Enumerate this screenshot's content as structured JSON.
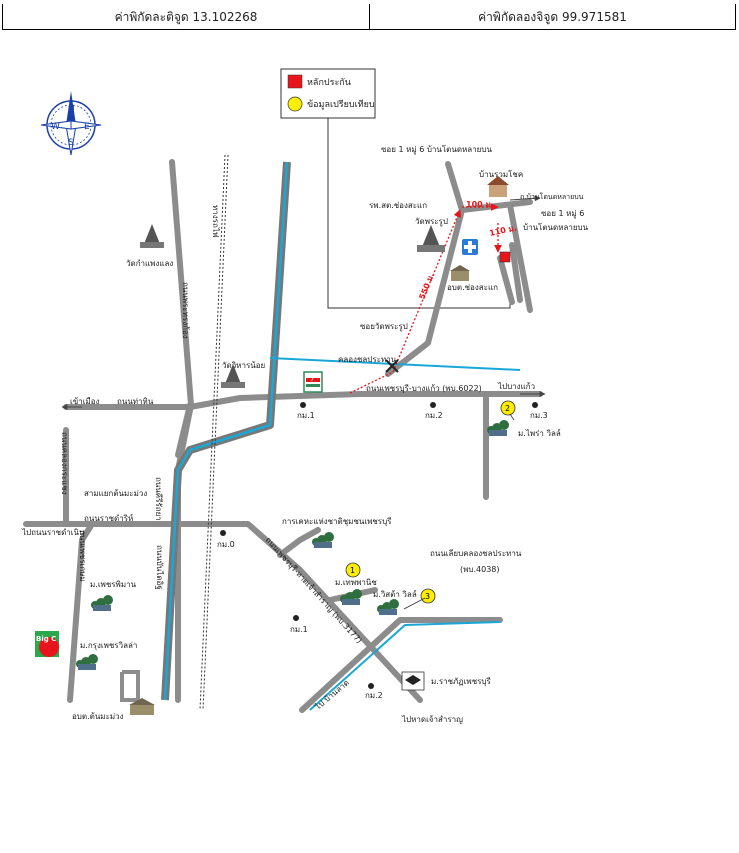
{
  "header": {
    "latitude": "ค่าพิกัดละติจูด 13.102268",
    "longitude": "ค่าพิกัดลองจิจูด 99.971581"
  },
  "legend": {
    "items": [
      {
        "label": "หลักประกัน",
        "color": "#e8141b",
        "shape": "square"
      },
      {
        "label": "ข้อมูลเปรียบเทียบ",
        "color": "#ffee00",
        "shape": "circle"
      }
    ]
  },
  "compass": {
    "letters": [
      "N",
      "E",
      "S",
      "W"
    ]
  },
  "inset": {
    "soi_top": "ซอย 1 หมู่ 6 บ้านโตนดหลายบน",
    "house": "บ้านรวมโชค",
    "to_village": "ถ.บ้านโตนดหลายบน",
    "soi_right_1": "ซอย 1 หมู่ 6",
    "soi_right_2": "บ้านโตนดหลายบน",
    "hospital": "รพ.สต.ช่องสะแก",
    "temple": "วัดพระรูป",
    "admin": "อบต.ช่องสะแก",
    "soi_temple": "ซอยวัดพระรูป",
    "dist_100": "100 ม.",
    "dist_110": "110 ม.",
    "dist_550": "550 ม."
  },
  "roads": {
    "phetchaburi_banglaem": "ถนนเพชรบุรี-บางแก้ว (พบ.6022)",
    "to_banglaem": "ไปบางแก้ว",
    "to_city": "เข้าเมือง",
    "tha_hin": "ถนนท่าหิน",
    "phra_kaew": "ถนนพระทรงก้อง",
    "canal": "คลองชลประทาน",
    "rail": "ทางรถไฟ",
    "khiri": "ถนนคีรีรัถยา",
    "khlong": "ถนนคลองกระแชง",
    "rajwithi": "ถนนราชดำริห์",
    "ratchadamnoen": "ไปถนนราชดำเนิน",
    "samyaek": "สามแยกต้นมะม่วง",
    "phet_kasem": "ถนนเพชรเกษม",
    "banmoh": "ถนนบันไดอิฐ",
    "tonmamuang_road": "ถนนต้นมะม่วง",
    "phetchaburi_chaosamran": "ถนนเพชรบุรี-หาดเจ้าสำราญ (พบ.3177)",
    "bypass_1": "ถนนเลียบคลองชลประทาน",
    "bypass_2": "(พบ.4038)",
    "to_chaosamran": "ไปหาดเจ้าสำราญ",
    "to_banlad": "ไป บ้านลาด"
  },
  "km_markers": [
    "กม.1",
    "กม.2",
    "กม.3",
    "กม.0",
    "กม.1",
    "กม.2"
  ],
  "places": {
    "wat_kamphaeng": "วัดกำแพงแลง",
    "wat_viharn": "วัดวิหารน้อย",
    "tech_college": "การเคหะแห่งชาติชุมชนเพชรบุรี",
    "m_prima": "ม.ไพร่า วิลล์",
    "m_thepphanich": "ม.เทพพานิช",
    "m_visa": "ม.วิสต้า วิลล์",
    "m_phetphiman": "ม.เพชรพิมาน",
    "m_krung": "ม.กรุงเพชรวิลล่า",
    "abt_tonmamuang": "อบต.ต้นมะม่วง",
    "rajabhat": "ม.ราชภัฏเพชรบุรี",
    "bigc": "Big C",
    "seven": "7-ELEVEn"
  },
  "comparables": [
    "1",
    "2",
    "3"
  ],
  "colors": {
    "road": "#8c8c8c",
    "canal": "#1aa7d6",
    "collateral": "#e8141b",
    "comparable": "#ffee00",
    "tree": "#2f6e3e"
  }
}
